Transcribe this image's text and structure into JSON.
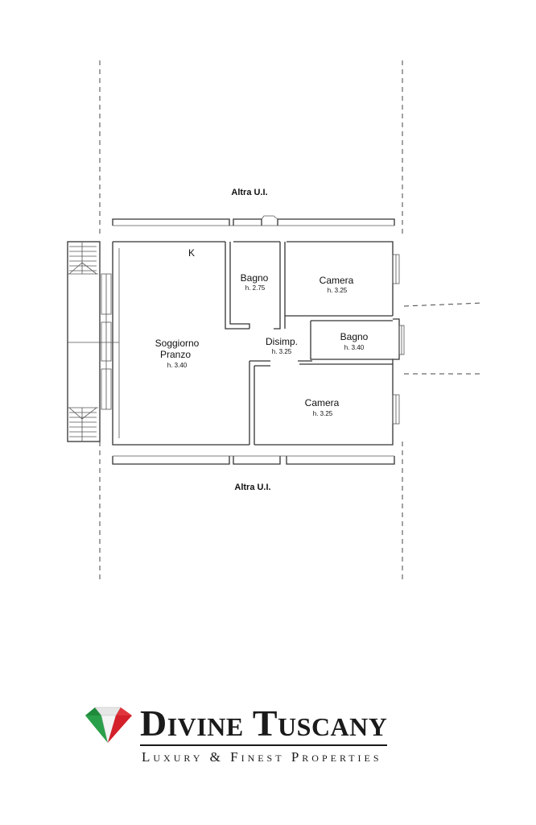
{
  "floorplan": {
    "neighbor_top": "Altra U.I.",
    "neighbor_bottom": "Altra U.I.",
    "kitchen_mark": "K",
    "rooms": {
      "living": {
        "name_line1": "Soggiorno",
        "name_line2": "Pranzo",
        "height": "h. 3.40"
      },
      "bath1": {
        "name": "Bagno",
        "height": "h. 2.75"
      },
      "bedroom1": {
        "name": "Camera",
        "height": "h. 3.25"
      },
      "hall": {
        "name": "Disimp.",
        "height": "h. 3.25"
      },
      "bath2": {
        "name": "Bagno",
        "height": "h. 3.40"
      },
      "bedroom2": {
        "name": "Camera",
        "height": "h. 3.25"
      }
    }
  },
  "brand": {
    "name": "Divine Tuscany",
    "tagline": "Luxury & Finest Properties",
    "colors": {
      "green": "#1e8a3a",
      "white": "#f2f2f2",
      "red": "#d3202a",
      "text": "#1a1a1a"
    }
  }
}
